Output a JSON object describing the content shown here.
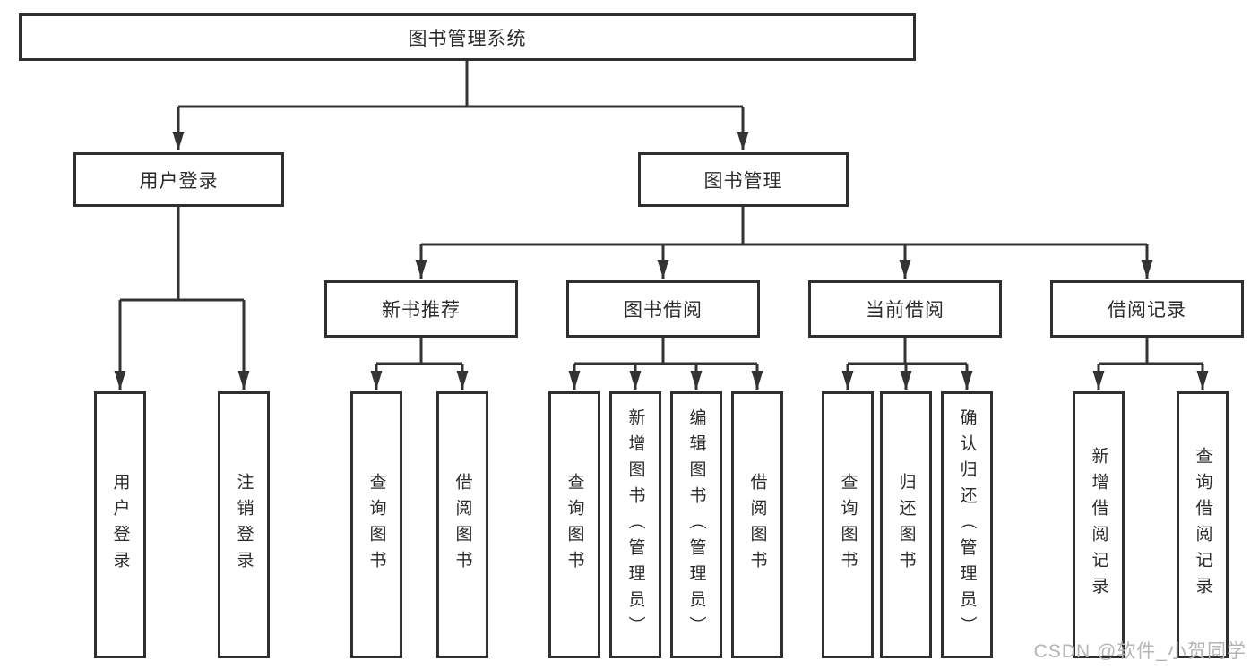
{
  "nodes": {
    "root": "图书管理系统",
    "level2": [
      "用户登录",
      "图书管理"
    ],
    "modules": [
      "新书推荐",
      "图书借阅",
      "当前借阅",
      "借阅记录"
    ],
    "leaves": {
      "user": [
        "用户登录",
        "注销登录"
      ],
      "new_book": [
        "查询图书",
        "借阅图书"
      ],
      "borrow": [
        "查询图书",
        "新增图书（管理员）",
        "编辑图书（管理员）",
        "借阅图书"
      ],
      "current": [
        "查询图书",
        "归还图书",
        "确认归还（管理员）"
      ],
      "records": [
        "新增借阅记录",
        "查询借阅记录"
      ]
    }
  },
  "watermark": "CSDN @软件_小贺同学",
  "colors": {
    "line": "#333333",
    "box_border": "#2f2f2f",
    "text": "#2b2b2b",
    "watermark": "#b5b5b5",
    "background": "#ffffff"
  }
}
